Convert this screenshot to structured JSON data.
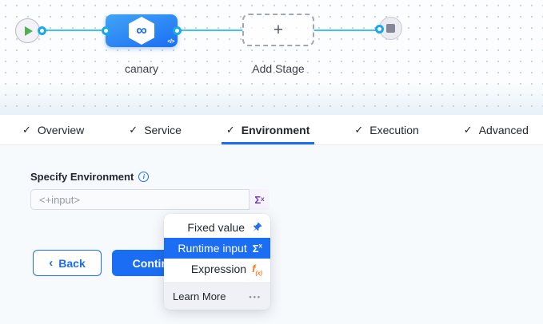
{
  "canvas": {
    "start_node": {
      "icon": "play-icon"
    },
    "stage": {
      "label": "canary",
      "icon": "deployment-infinity-icon",
      "infinity_glyph": "∞",
      "code_glyph": "</>"
    },
    "add_stage": {
      "label": "Add Stage",
      "plus_glyph": "+"
    },
    "end_node": {
      "icon": "stop-icon"
    }
  },
  "tabs": [
    {
      "label": "Overview",
      "checked": true,
      "active": false
    },
    {
      "label": "Service",
      "checked": true,
      "active": false
    },
    {
      "label": "Environment",
      "checked": true,
      "active": true
    },
    {
      "label": "Execution",
      "checked": true,
      "active": false
    },
    {
      "label": "Advanced",
      "checked": true,
      "active": false
    }
  ],
  "icons": {
    "check": "✓",
    "info": "i",
    "chevron_left": "‹",
    "ellipsis": "•••"
  },
  "form": {
    "field_label": "Specify Environment",
    "input_value": "<+input>",
    "sigma": "Σ",
    "sigma_sup": "x"
  },
  "buttons": {
    "back": "Back",
    "continue": "Continue"
  },
  "dropdown": {
    "items": [
      {
        "label": "Fixed value",
        "icon": "pin-icon"
      },
      {
        "label": "Runtime input",
        "icon": "sigma-icon",
        "selected": true
      },
      {
        "label": "Expression",
        "icon": "expression-fx-icon"
      }
    ],
    "expression_f": "f",
    "expression_sub": "(x)",
    "footer": {
      "label": "Learn More",
      "more_icon": "ellipsis-icon"
    }
  },
  "colors": {
    "accent_blue": "#1b6ef3",
    "edge_cyan": "#3ec3f3",
    "sigma_purple": "#6f3cc4",
    "expression_orange": "#ff7b1c",
    "play_green": "#4fb14f",
    "canvas_band": "#e7f1f8",
    "content_bg": "#f7fafd"
  }
}
